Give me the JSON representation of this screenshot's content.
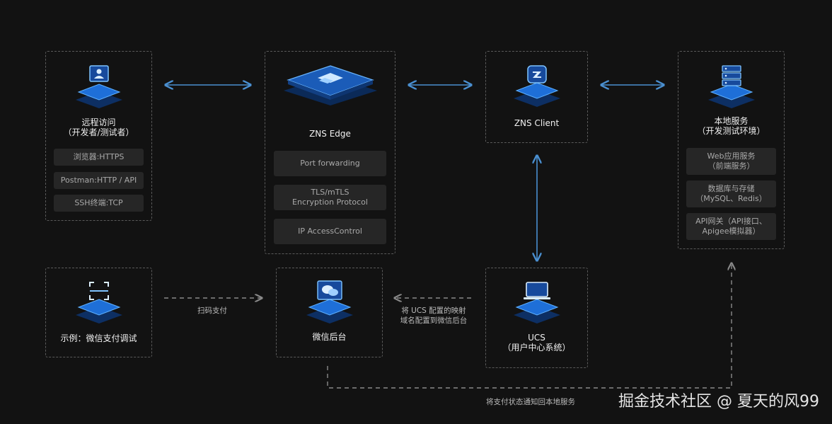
{
  "remote": {
    "title1": "远程访问",
    "title2": "（开发者/测试者）",
    "items": [
      "浏览器:HTTPS",
      "Postman:HTTP / API",
      "SSH终端:TCP"
    ]
  },
  "edge": {
    "title": "ZNS Edge",
    "items": [
      "Port forwarding",
      "TLS/mTLS\nEncryption Protocol",
      "IP AccessControl"
    ]
  },
  "client": {
    "title": "ZNS Client"
  },
  "local": {
    "title1": "本地服务",
    "title2": "（开发测试环境）",
    "items": [
      "Web应用服务\n（前端服务）",
      "数据库与存储\n（MySQL、Redis）",
      "API网关（API接口、\nApigee模拟器）"
    ]
  },
  "example": {
    "title": "示例：微信支付调试"
  },
  "wechat": {
    "title": "微信后台"
  },
  "ucs": {
    "title1": "UCS",
    "title2": "（用户中心系统）"
  },
  "labels": {
    "scan_pay": "扫码支付",
    "ucs_map": "将 UCS 配置的映射\n域名配置到微信后台",
    "notify": "将支付状态通知回本地服务"
  },
  "watermark": "掘金技术社区 @ 夏天的风99",
  "colors": {
    "accent": "#3a8fe0",
    "arrow": "#4a8fd0",
    "dashed": "#5a5a5a"
  }
}
